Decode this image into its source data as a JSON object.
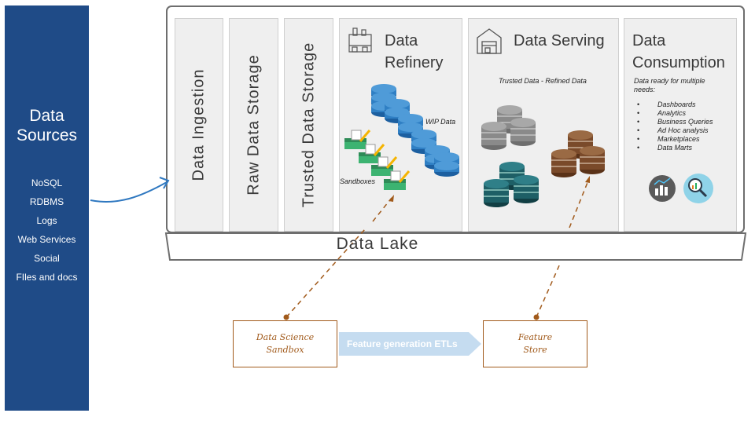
{
  "sources": {
    "title_line1": "Data",
    "title_line2": "Sources",
    "items": [
      "NoSQL",
      "RDBMS",
      "Logs",
      "Web Services",
      "Social",
      "FIles and docs"
    ]
  },
  "columns": {
    "ingestion": "Data Ingestion",
    "raw": "Raw Data Storage",
    "trusted": "Trusted Data Storage",
    "refinery_line1": "Data",
    "refinery_line2": "Refinery",
    "serving": "Data  Serving",
    "consumption_line1": "Data",
    "consumption_line2": "Consumption"
  },
  "refinery": {
    "wip_label": "WIP Data",
    "sandboxes_label": "Sandboxes"
  },
  "serving": {
    "subtitle": "Trusted Data - Refined Data"
  },
  "consumption": {
    "intro": "Data ready for multiple needs:",
    "needs": [
      "Dashboards",
      "Analytics",
      "Business Queries",
      "Ad Hoc analysis",
      "Marketplaces",
      "Data Marts"
    ]
  },
  "lake_label": "Data Lake",
  "bottom": {
    "sandbox_line1": "Data Science",
    "sandbox_line2": "Sandbox",
    "etl_label": "Feature generation ETLs",
    "store_line1": "Feature",
    "store_line2": "Store"
  },
  "colors": {
    "sources_bg": "#1f4b87",
    "blue_db": "#2f7fc4",
    "gray_db": "#8a8a8a",
    "teal_db": "#1e5f66",
    "brown_db": "#7a4a2a",
    "orange": "#a15a1b",
    "etl_bg": "#c5dcf0"
  }
}
